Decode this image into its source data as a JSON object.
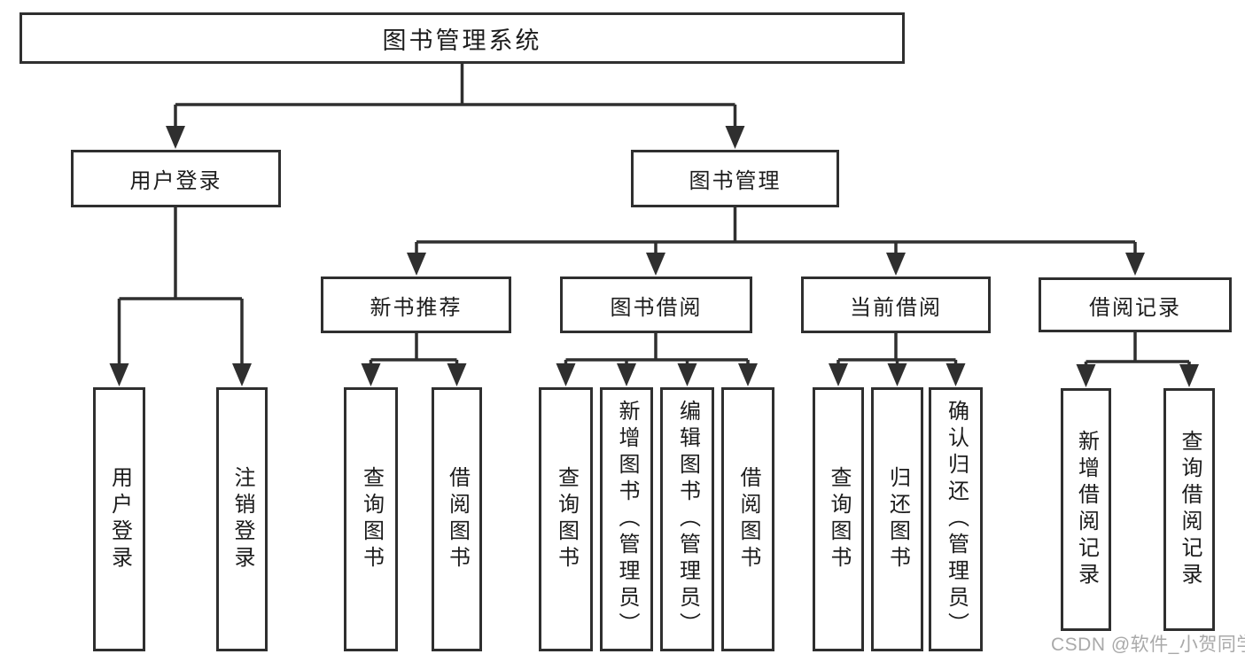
{
  "tree": {
    "root": {
      "label": "图书管理系统",
      "children": [
        {
          "label": "用户登录",
          "children": [
            {
              "label": "用户登录"
            },
            {
              "label": "注销登录"
            }
          ]
        },
        {
          "label": "图书管理",
          "children": [
            {
              "label": "新书推荐",
              "children": [
                {
                  "label": "查询图书"
                },
                {
                  "label": "借阅图书"
                }
              ]
            },
            {
              "label": "图书借阅",
              "children": [
                {
                  "label": "查询图书"
                },
                {
                  "label": "新增图书（管理员）"
                },
                {
                  "label": "编辑图书（管理员）"
                },
                {
                  "label": "借阅图书"
                }
              ]
            },
            {
              "label": "当前借阅",
              "children": [
                {
                  "label": "查询图书"
                },
                {
                  "label": "归还图书"
                },
                {
                  "label": "确认归还（管理员）"
                }
              ]
            },
            {
              "label": "借阅记录",
              "children": [
                {
                  "label": "新增借阅记录"
                },
                {
                  "label": "查询借阅记录"
                }
              ]
            }
          ]
        }
      ]
    }
  },
  "watermark": "CSDN @软件_小贺同学",
  "colors": {
    "line": "#2f2f2f",
    "text": "#1c1c1c",
    "watermark": "#a9a9a9",
    "background": "#ffffff"
  }
}
